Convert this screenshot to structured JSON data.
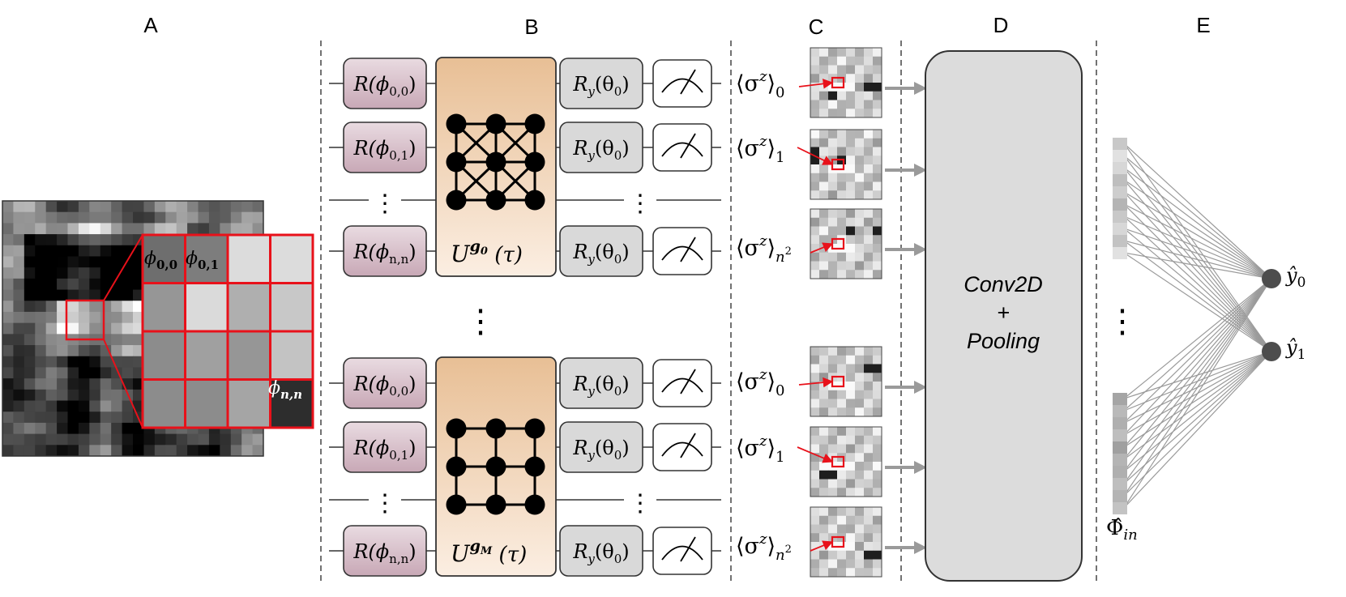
{
  "panels": {
    "a": "A",
    "b": "B",
    "c": "C",
    "d": "D",
    "e": "E"
  },
  "patch": {
    "cell_00": "ϕ",
    "cell_00_sub": "0,0",
    "cell_01": "ϕ",
    "cell_01_sub": "0,1",
    "cell_nn": "ϕ",
    "cell_nn_sub": "n,n"
  },
  "circuit_top": {
    "enc_1_fn": "R(ϕ",
    "enc_1_sub": "0,0",
    "enc_1_close": ")",
    "enc_2_fn": "R(ϕ",
    "enc_2_sub": "0,1",
    "enc_2_close": ")",
    "enc_3_fn": "R(ϕ",
    "enc_3_sub": "n,n",
    "enc_3_close": ")",
    "unitary_base": "U",
    "unitary_sup": "g",
    "unitary_sup_sub": "0",
    "unitary_arg": "(τ)",
    "rot_fn": "R",
    "rot_sub": "y",
    "rot_arg": "(θ",
    "rot_arg_sub": "0",
    "rot_close": ")"
  },
  "circuit_bottom": {
    "enc_1_fn": "R(ϕ",
    "enc_1_sub": "0,0",
    "enc_1_close": ")",
    "enc_2_fn": "R(ϕ",
    "enc_2_sub": "0,1",
    "enc_2_close": ")",
    "enc_3_fn": "R(ϕ",
    "enc_3_sub": "n,n",
    "enc_3_close": ")",
    "unitary_base": "U",
    "unitary_sup": "g",
    "unitary_sup_sub": "M",
    "unitary_arg": "(τ)",
    "rot_fn": "R",
    "rot_sub": "y",
    "rot_arg": "(θ",
    "rot_arg_sub": "0",
    "rot_close": ")"
  },
  "vdots": "⋮",
  "expectations": {
    "body": "⟨σ",
    "sup": "z",
    "close": "⟩",
    "sub_0": "0",
    "sub_1": "1",
    "sub_n": "n",
    "sub_n_sup": "2"
  },
  "classical": {
    "conv_line1": "Conv2D",
    "conv_line2": "+",
    "conv_line3": "Pooling"
  },
  "output": {
    "y0_hat": "ŷ",
    "y0_sub": "0",
    "y1_hat": "ŷ",
    "y1_sub": "1",
    "phi_in": "Φ̂",
    "phi_in_sub": "in"
  },
  "colors": {
    "encoding_top": "#e9dbe1",
    "encoding_bottom": "#c8a8b6",
    "unitary_top": "#e8bf95",
    "unitary_bottom": "#fbeee2",
    "rotation": "#d9d9d9",
    "conv": "#dcdcdc",
    "highlight": "#e8111a",
    "output_node": "#4d4d4d",
    "edge": "#9a9a9a"
  }
}
